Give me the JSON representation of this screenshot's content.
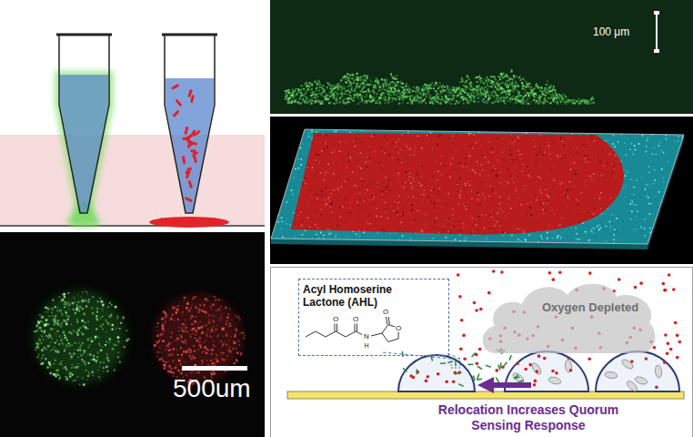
{
  "diagram": {
    "nodes": [
      {
        "text": [
          "Relocation Increases Quorum Sensing Response"
        ]
      },
      {
        "text": [
          "Acyl Homoserine Lactone (AHL)"
        ],
        "in": 0
      },
      {
        "text": [
          "Oxygen Depleted"
        ],
        "in": 0
      }
    ],
    "labels": [
      "100 μm",
      "500um",
      "O",
      "O",
      "N",
      "H",
      "O",
      "O"
    ]
  }
}
